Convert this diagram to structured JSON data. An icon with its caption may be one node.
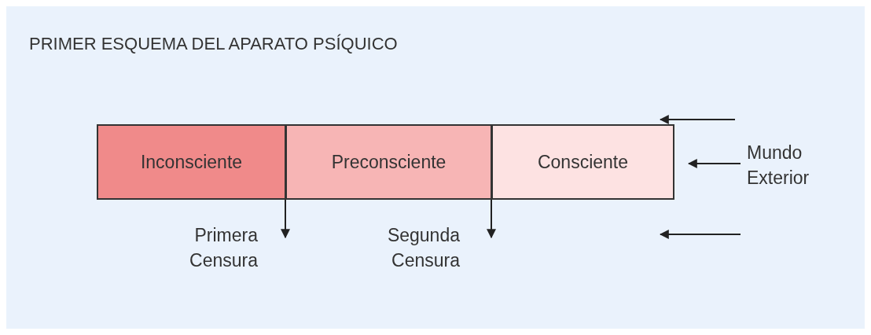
{
  "diagram": {
    "title": "PRIMER ESQUEMA DEL APARATO PSÍQUICO",
    "nodes": [
      {
        "text": [
          "Inconsciente"
        ]
      },
      {
        "text": [
          "Preconsciente"
        ]
      },
      {
        "text": [
          "Consciente"
        ]
      },
      {
        "text": [
          "Mundo Exterior"
        ]
      }
    ],
    "edges": [
      {
        "from": 3,
        "to": 2,
        "arrow": "to"
      }
    ],
    "labels": [
      "Primera Censura",
      "Segunda Censura"
    ]
  }
}
